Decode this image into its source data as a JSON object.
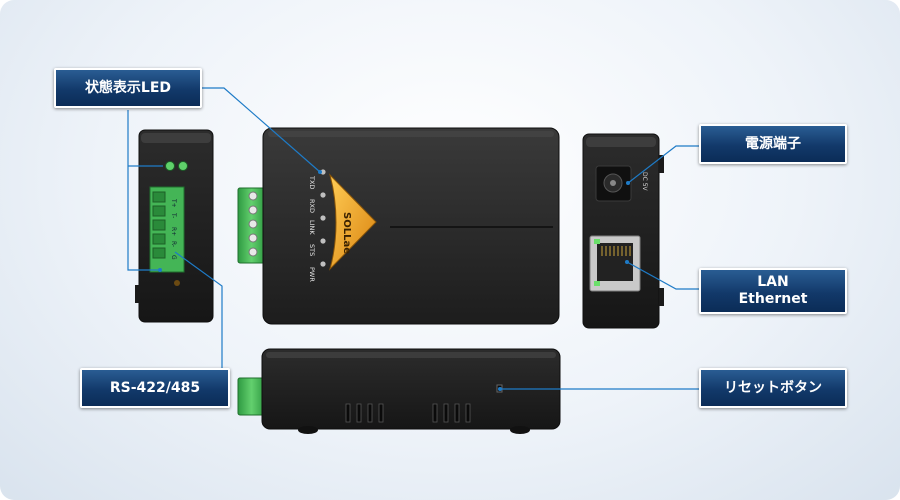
{
  "callouts": {
    "status_led": "状態表示LED",
    "rs422_485": "RS-422/485",
    "power_terminal": "電源端子",
    "lan_line1": "LAN",
    "lan_line2": "Ethernet",
    "reset_button": "リセットボタン"
  },
  "device": {
    "logo": "SOLLae",
    "led_labels": [
      "TXD",
      "RXD",
      "LINK",
      "STS",
      "PWR"
    ],
    "terminal_labels": [
      "T+",
      "T-",
      "R+",
      "R-",
      "G"
    ],
    "dc_label": "DC 5V"
  },
  "colors": {
    "callout_bg": "#12396a",
    "leader_line": "#1e7bc7",
    "device_body": "#2b2b2b",
    "terminal_green": "#4fbf5e",
    "logo_orange": "#f0a020"
  }
}
